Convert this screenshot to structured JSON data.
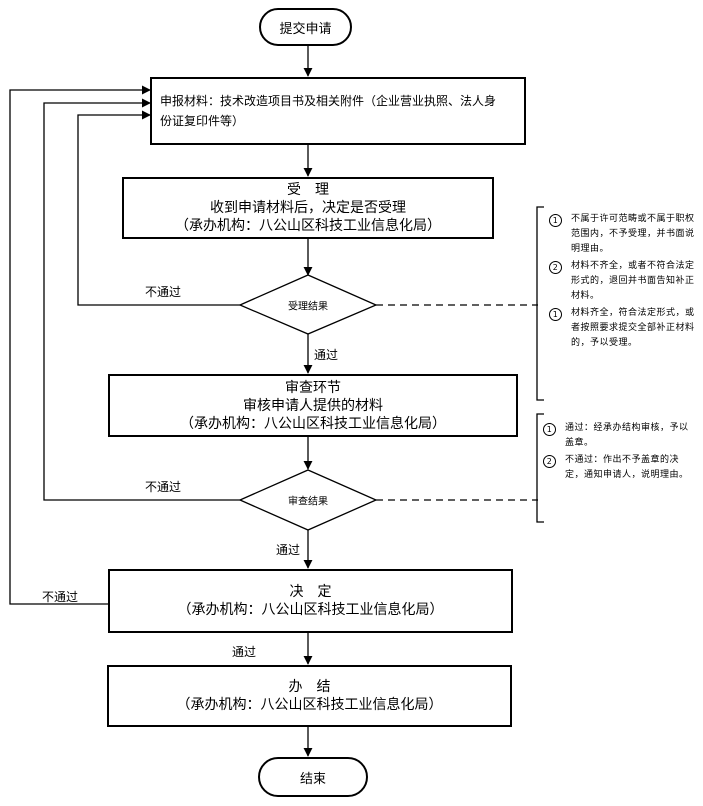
{
  "flow": {
    "start": "提交申请",
    "materials_line1": "申报材料：技术改造项目书及相关附件（企业营业执照、法人身",
    "materials_line2": "份证复印件等）",
    "accept": {
      "title": "受　理",
      "line1": "收到申请材料后，决定是否受理",
      "line2": "（承办机构：八公山区科技工业信息化局）"
    },
    "accept_result": "受理结果",
    "review": {
      "title": "审查环节",
      "line1": "审核申请人提供的材料",
      "line2": "（承办机构：八公山区科技工业信息化局）"
    },
    "review_result": "审查结果",
    "decision": {
      "title": "决　定",
      "line1": "（承办机构：八公山区科技工业信息化局）"
    },
    "complete": {
      "title": "办　结",
      "line1": "（承办机构：八公山区科技工业信息化局）"
    },
    "end": "结束",
    "pass": "通过",
    "fail": "不通过"
  },
  "notes": {
    "accept": [
      {
        "num": "1",
        "text": "不属于许可范畴或不属于职权范围内，不予受理，并书面说明理由。"
      },
      {
        "num": "2",
        "text": "材料不齐全，或者不符合法定形式的，退回并书面告知补正材料。"
      },
      {
        "num": "1",
        "text": "材料齐全，符合法定形式，或者按照要求提交全部补正材料的，予以受理。"
      }
    ],
    "review": [
      {
        "num": "1",
        "text": "通过：经承办结构审核，予以盖章。"
      },
      {
        "num": "2",
        "text": "不通过：作出不予盖章的决定，通知申请人，说明理由。"
      }
    ]
  }
}
